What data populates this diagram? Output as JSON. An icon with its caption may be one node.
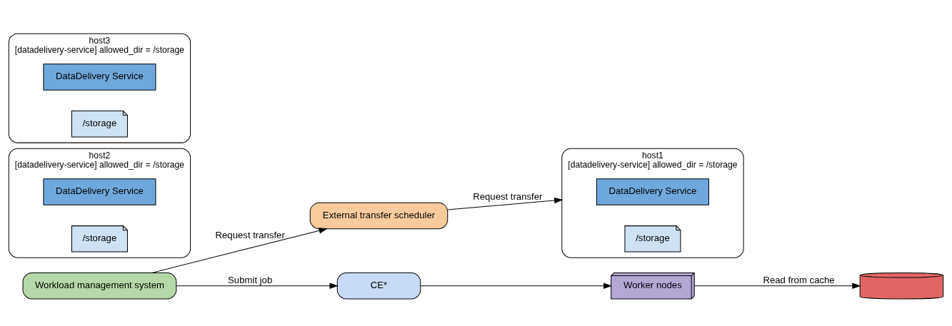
{
  "diagram": {
    "nodes": [
      {
        "text": [
          "Workload management system"
        ]
      },
      {
        "text": [
          "External transfer scheduler"
        ]
      },
      {
        "text": [
          "host1",
          "[datadelivery-service] allowed_dir = /storage"
        ]
      },
      {
        "text": [
          "DataDelivery Service"
        ],
        "in": 2
      },
      {
        "text": [
          "/storage"
        ],
        "in": 2
      },
      {
        "text": [
          "host2",
          "[datadelivery-service] allowed_dir = /storage"
        ]
      },
      {
        "text": [
          "DataDelivery Service"
        ],
        "in": 5
      },
      {
        "text": [
          "/storage"
        ],
        "in": 5
      },
      {
        "text": [
          "host3",
          "[datadelivery-service] allowed_dir = /storage"
        ]
      },
      {
        "text": [
          "DataDelivery Service"
        ],
        "in": 8
      },
      {
        "text": [
          "/storage"
        ],
        "in": 8
      },
      {
        "text": [],
        "shape": "cylinder"
      },
      {
        "text": [
          "CE*"
        ]
      },
      {
        "text": [
          "Worker nodes"
        ]
      }
    ],
    "edges": [
      {
        "from": 0,
        "to": 1,
        "arrow": "to",
        "label": "Request transfer"
      },
      {
        "from": 1,
        "to": 2,
        "arrow": "to",
        "label": "Request transfer"
      },
      {
        "from": 0,
        "to": 12,
        "arrow": "to",
        "label": "Submit job"
      },
      {
        "from": 12,
        "to": 13,
        "arrow": "to"
      },
      {
        "from": 13,
        "to": 11,
        "arrow": "to",
        "label": "Read from cache"
      }
    ]
  }
}
